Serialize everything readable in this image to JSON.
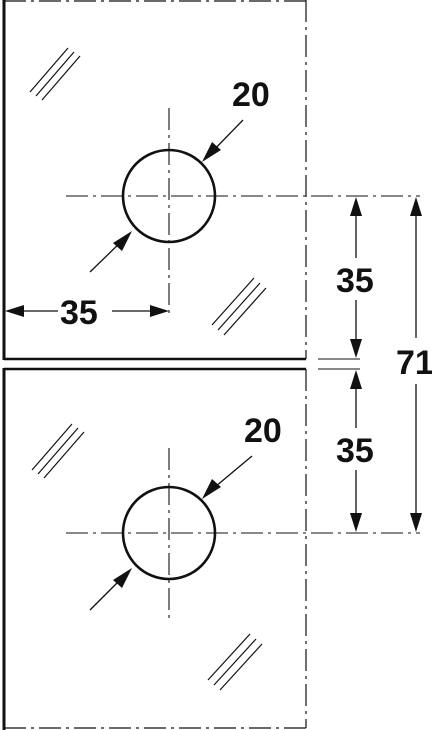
{
  "dimensions": {
    "upper_hole_diameter": "20",
    "lower_hole_diameter": "20",
    "upper_hole_offset_from_edge": "35",
    "upper_hole_offset_from_gap": "35",
    "lower_hole_offset_from_gap": "35",
    "overall_centre_distance": "71"
  },
  "colors": {
    "line": "#111111",
    "background": "#ffffff"
  }
}
